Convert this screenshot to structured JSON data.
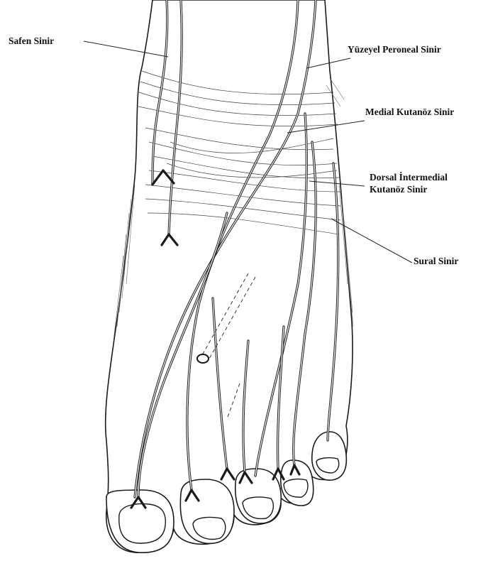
{
  "labels": {
    "saphenous": "Safen Sinir",
    "superficial_peroneal": "Yüzeyel Peroneal Sinir",
    "medial_cutaneous": "Medial Kutanöz Sinir",
    "dorsal_intermediate_line1": "Dorsal İntermedial",
    "dorsal_intermediate_line2": "Kutanöz Sinir",
    "sural": "Sural Sinir"
  }
}
